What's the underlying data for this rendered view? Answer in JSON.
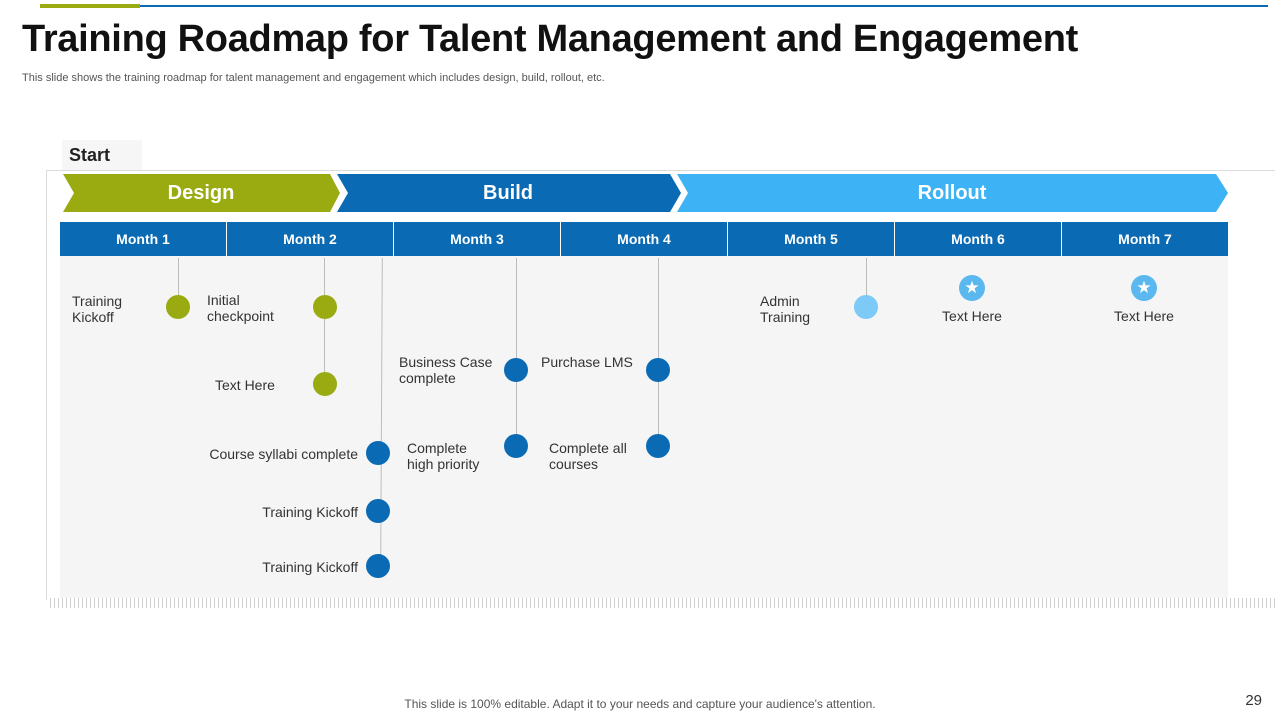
{
  "title": "Training Roadmap for Talent Management and Engagement",
  "subtitle": "This slide shows the training roadmap for talent management and engagement which includes design, build, rollout, etc.",
  "start_label": "Start",
  "phases": [
    {
      "label": "Design",
      "color": "#9aab12"
    },
    {
      "label": "Build",
      "color": "#0a6ab3"
    },
    {
      "label": "Rollout",
      "color": "#3db2f4"
    }
  ],
  "months": [
    "Month 1",
    "Month 2",
    "Month 3",
    "Month 4",
    "Month 5",
    "Month 6",
    "Month 7"
  ],
  "milestones": {
    "m1_training_kickoff": "Training\nKickoff",
    "m2_initial_checkpoint": "Initial\ncheckpoint",
    "m2_text_here": "Text Here",
    "m2_course_syllabi": "Course syllabi complete",
    "m2_training_kickoff_a": "Training Kickoff",
    "m2_training_kickoff_b": "Training Kickoff",
    "m3_business_case": "Business Case\ncomplete",
    "m3_complete_high_priority": "Complete\nhigh priority",
    "m4_purchase_lms": "Purchase LMS",
    "m4_complete_all_courses": "Complete all\ncourses",
    "m5_admin_training": "Admin\nTraining",
    "m6_text_here": "Text Here",
    "m7_text_here": "Text Here"
  },
  "colors": {
    "design_green": "#9aab12",
    "build_blue": "#0a6ab3",
    "rollout_blue": "#3db2f4",
    "admin_dot": "#7ccaf5",
    "star_badge": "#5bb8ee",
    "panel_bg": "#f5f5f5"
  },
  "icons": {
    "month6_marker": "star-icon",
    "month7_marker": "star-icon"
  },
  "footer": "This slide is 100% editable. Adapt it to your needs and capture your audience's attention.",
  "page_number": "29"
}
